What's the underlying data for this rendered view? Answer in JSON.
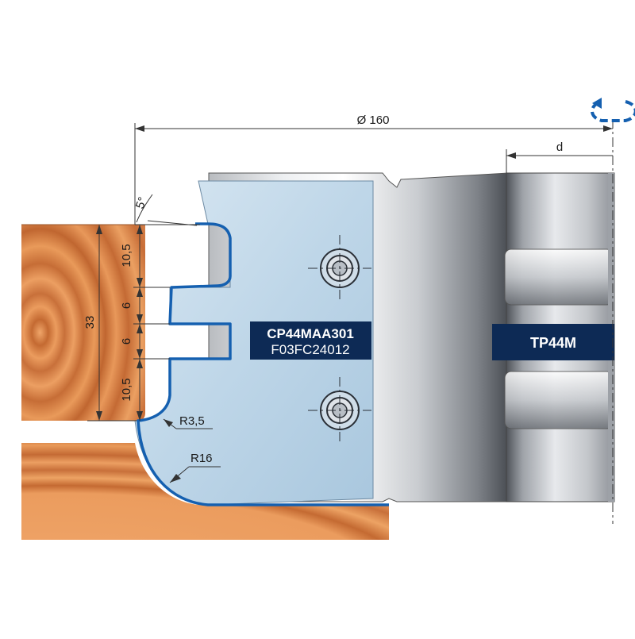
{
  "diameter_label": "Ø 160",
  "d_label": "d",
  "angle_label": "5°",
  "dimensions": {
    "total": "33",
    "top": "10,5",
    "groove_upper": "6",
    "groove_lower": "6",
    "bottom": "10,5"
  },
  "radii": {
    "small": "R3,5",
    "large": "R16"
  },
  "knife_code": "CP44MAA301",
  "knife_subcode": "F03FC24012",
  "tool_code": "TP44M",
  "colors": {
    "wood": "#d9844a",
    "knife": "#bfd7e8",
    "label_bg": "#0d2a55",
    "profile_edge": "#1560b0"
  }
}
